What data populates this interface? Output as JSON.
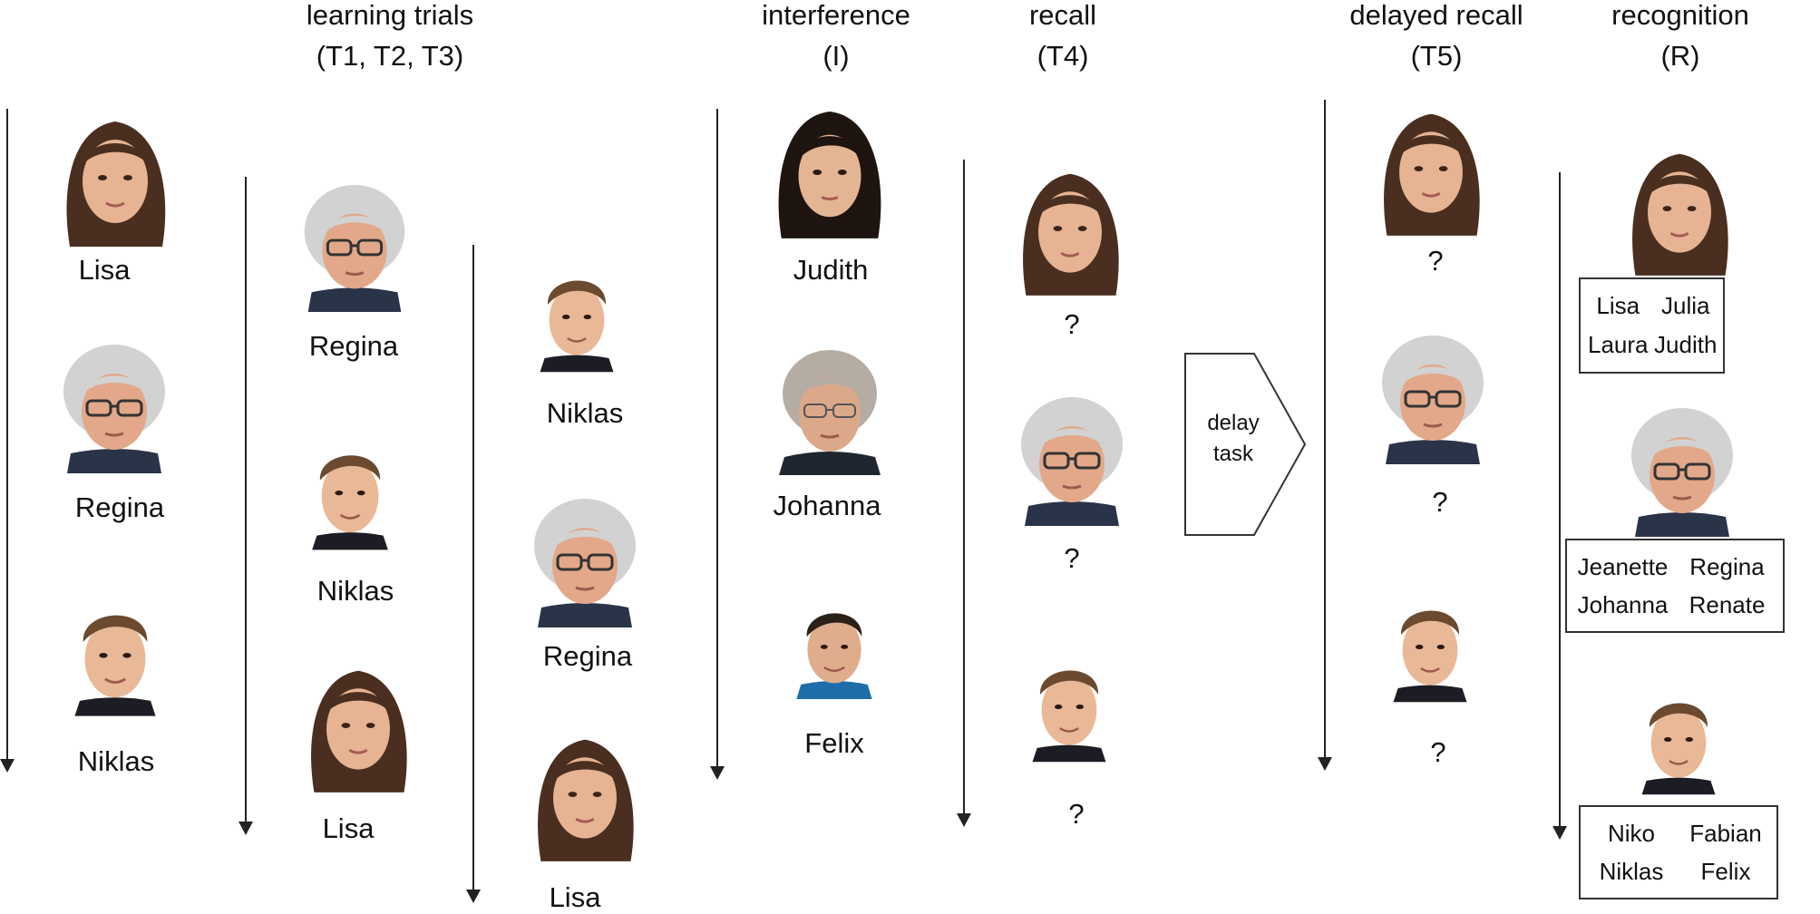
{
  "headers": {
    "learning": {
      "line1": "learning trials",
      "line2": "(T1, T2, T3)"
    },
    "interference": {
      "line1": "interference",
      "line2": "(I)"
    },
    "recall": {
      "line1": "recall",
      "line2": "(T4)"
    },
    "delayed": {
      "line1": "delayed recall",
      "line2": "(T5)"
    },
    "recognition": {
      "line1": "recognition",
      "line2": "(R)"
    }
  },
  "trial1": [
    "Lisa",
    "Regina",
    "Niklas"
  ],
  "trial2": [
    "Regina",
    "Niklas",
    "Lisa"
  ],
  "trial3": [
    "Niklas",
    "Regina",
    "Lisa"
  ],
  "interference": [
    "Judith",
    "Johanna",
    "Felix"
  ],
  "recall_marks": [
    "?",
    "?",
    "?"
  ],
  "delayed_marks": [
    "?",
    "?",
    "?"
  ],
  "delay_task": {
    "line1": "delay",
    "line2": "task"
  },
  "recognition_choices": [
    [
      "Lisa",
      "Julia",
      "Laura",
      "Judith"
    ],
    [
      "Jeanette",
      "Regina",
      "Johanna",
      "Renate"
    ],
    [
      "Niko",
      "Fabian",
      "Niklas",
      "Felix"
    ]
  ],
  "colors": {
    "young_hair": "#4a2e1f",
    "grey_hair": "#c9c9c9",
    "man_hair": "#6b4a30",
    "skin": "#e8b896"
  }
}
